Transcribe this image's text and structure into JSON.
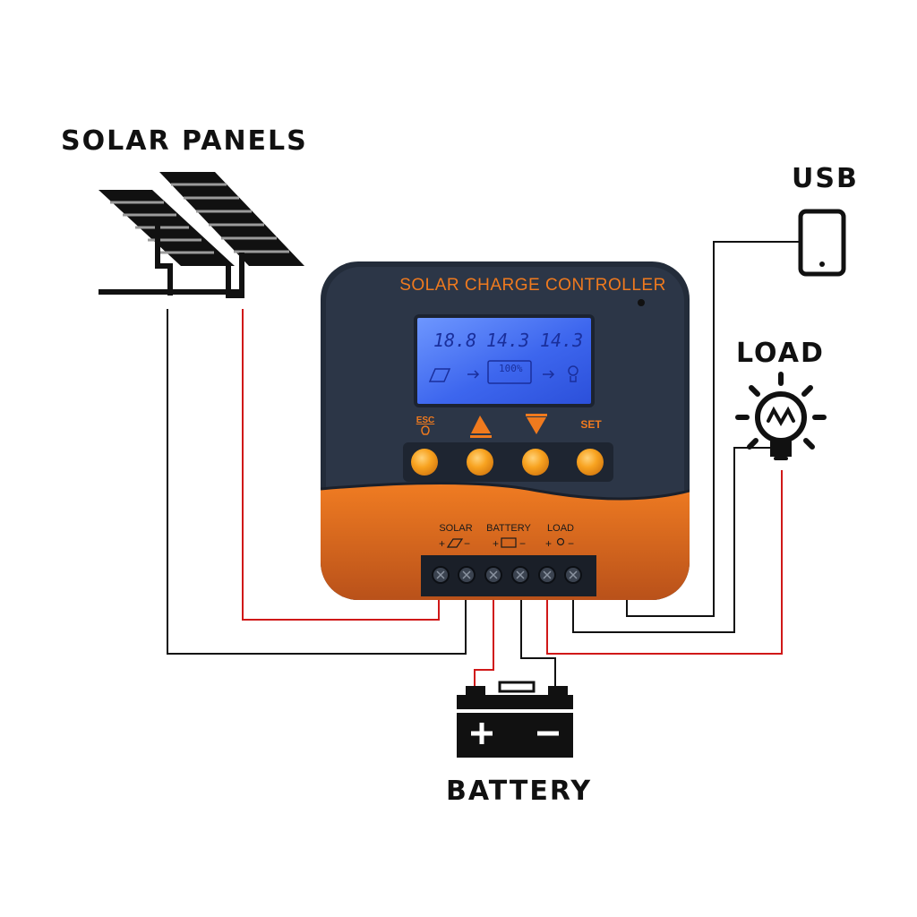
{
  "labels": {
    "solar_panels": "SOLAR PANELS",
    "usb": "USB",
    "load": "LOAD",
    "battery": "BATTERY"
  },
  "controller": {
    "title": "SOLAR CHARGE CONTROLLER",
    "buttons": {
      "esc": "ESC",
      "set": "SET"
    },
    "terminals": {
      "solar": "SOLAR",
      "battery": "BATTERY",
      "load": "LOAD"
    },
    "lcd": {
      "reading_1": "18.8",
      "reading_2": "14.3",
      "reading_3": "14.3",
      "battery_percent": "100%"
    }
  },
  "colors": {
    "device_body": "#2a3444",
    "device_accent": "#d9661c",
    "button_orange": "#f59b1c",
    "lcd_blue": "#3f6ff0",
    "wire_black": "#111111",
    "wire_red": "#d01818"
  }
}
